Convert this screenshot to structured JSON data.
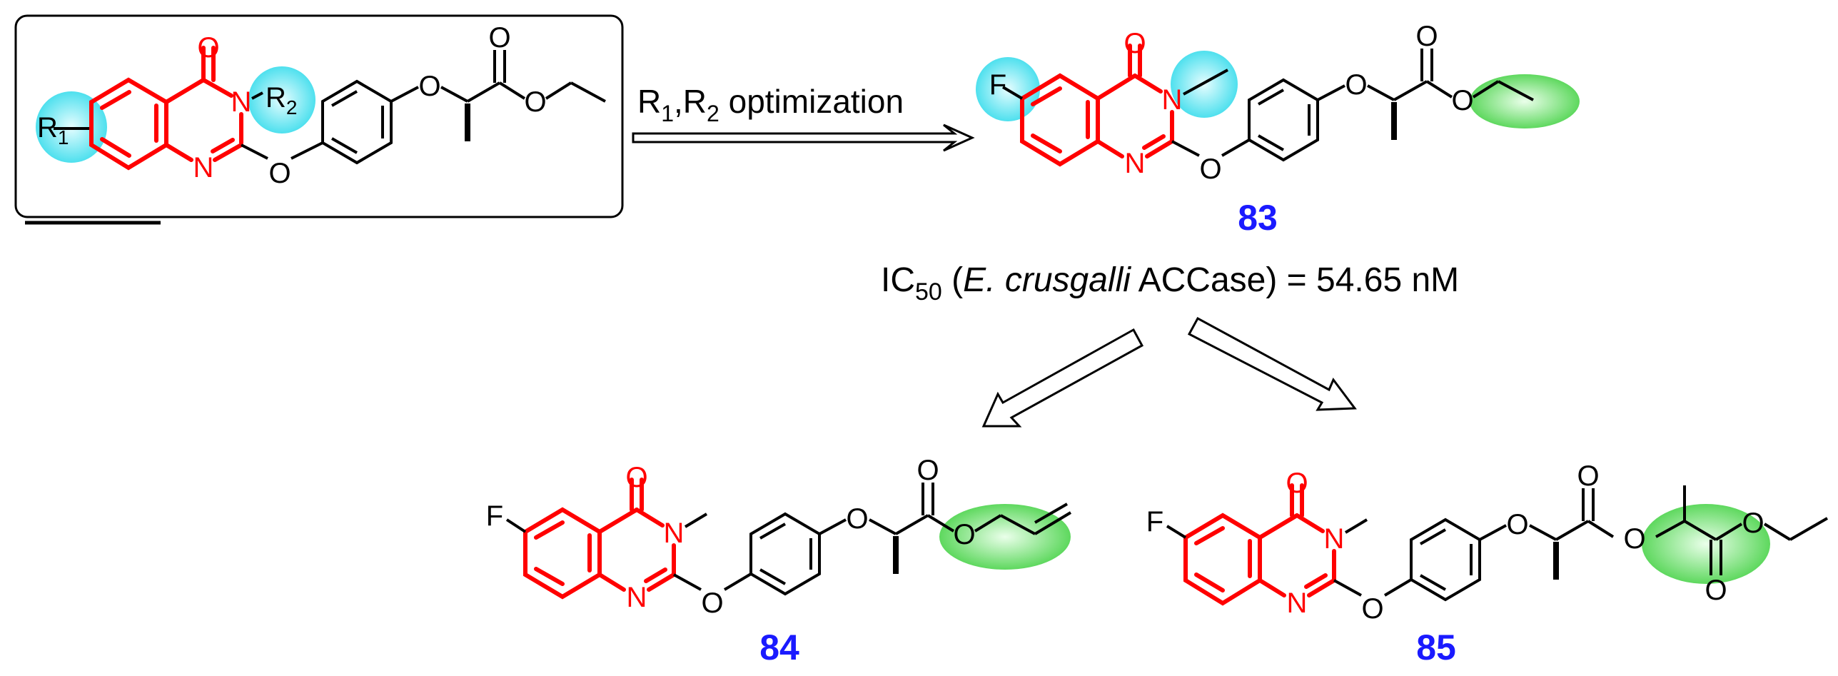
{
  "atoms": {
    "O": "O",
    "N": "N",
    "F": "F",
    "R": "R",
    "sub1": "1",
    "sub2": "2"
  },
  "arrow_top": {
    "label_parts": [
      "R",
      "1",
      ",R",
      "2",
      " optimization"
    ]
  },
  "compounds": {
    "c83": {
      "number": "83"
    },
    "c84": {
      "number": "84"
    },
    "c85": {
      "number": "85"
    }
  },
  "ic50": {
    "prefix": "IC",
    "sub": "50",
    "open": " (",
    "organism": "E. crusgalli",
    "rest": " ACCase) = 54.65 nM"
  },
  "colors": {
    "core": "#ff0000",
    "bond": "#000000",
    "compound_number": "#1a1aff",
    "highlight_cyan": "#5fe6f0",
    "highlight_green": "#7ee87e"
  }
}
